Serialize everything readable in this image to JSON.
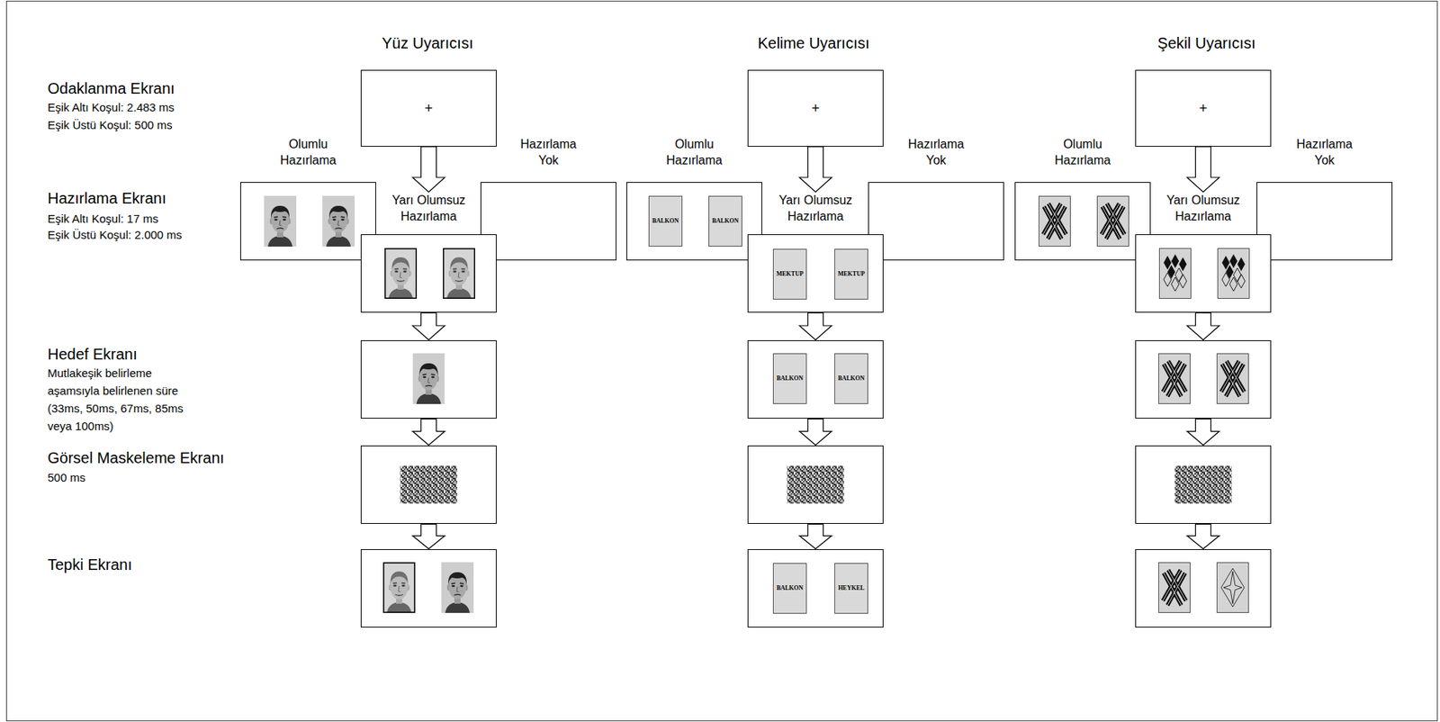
{
  "diagram": {
    "nodes": [
      {
        "text": [
          "+"
        ]
      },
      {
        "text": [
          "Olumlu Hazırlama"
        ]
      },
      {
        "text": [
          "Hazırlama Yok"
        ]
      },
      {
        "text": [
          "Yarı Olumsuz Hazırlama"
        ]
      },
      {
        "text": [
          "+"
        ]
      },
      {
        "text": [
          "Olumlu Hazırlama"
        ]
      },
      {
        "text": [
          "BALKON"
        ],
        "in": 5
      },
      {
        "text": [
          "BALKON"
        ],
        "in": 5
      },
      {
        "text": [
          "Hazırlama Yok"
        ]
      },
      {
        "text": [
          "Yarı Olumsuz Hazırlama"
        ]
      },
      {
        "text": [
          "MEKTUP"
        ],
        "in": 9
      },
      {
        "text": [
          "MEKTUP"
        ],
        "in": 9
      },
      {
        "text": [
          "BALKON"
        ]
      },
      {
        "text": [
          "BALKON"
        ]
      },
      {
        "text": [
          "BALKON"
        ]
      },
      {
        "text": [
          "HEYKEL"
        ]
      },
      {
        "text": [
          "+"
        ]
      },
      {
        "text": [
          "Olumlu Hazırlama"
        ]
      },
      {
        "text": [
          "Hazırlama Yok"
        ]
      },
      {
        "text": [
          "Yarı Olumsuz Hazırlama"
        ]
      }
    ],
    "edges": [
      {
        "from": 0,
        "to": 3,
        "arrow": "to"
      },
      {
        "from": 4,
        "to": 9,
        "arrow": "to"
      },
      {
        "from": 16,
        "to": 19,
        "arrow": "to"
      }
    ],
    "labels": [
      "Yüz Uyarıcısı",
      "Kelime Uyarıcısı",
      "Şekil Uyarıcısı",
      "Odaklanma Ekranı",
      "Eşik Altı Koşul: 2.483 ms",
      "Eşik Üstü Koşul: 500 ms",
      "Hazırlama Ekranı",
      "Eşik Altı Koşul: 17 ms",
      "Eşik Üstü Koşul: 2.000 ms",
      "Hedef Ekranı",
      "Mutlakeşik belirleme aşamsıyla belirlenen süre (33ms, 50ms, 67ms, 85ms veya 100ms)",
      "Görsel Maskeleme Ekranı",
      "500 ms",
      "Tepki Ekranı"
    ]
  }
}
